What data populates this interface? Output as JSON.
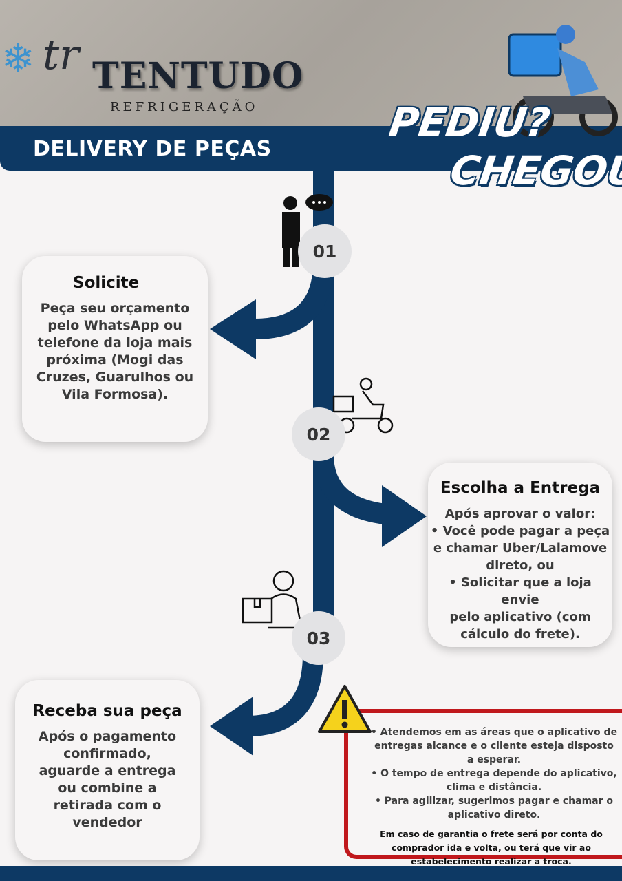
{
  "header": {
    "logo_initials": "tr",
    "brand": "TENTUDO",
    "brand_sub": "REFRIGERAÇÃO",
    "banner_title": "DELIVERY DE PEÇAS",
    "slogan_1": "PEDIU?",
    "slogan_2": "CHEGOU!"
  },
  "steps": [
    {
      "number": "01",
      "icon": "person-phone-icon",
      "title": "Solicite",
      "text": "Peça seu orçamento\npelo WhatsApp ou\ntelefone da loja mais\npróxima (Mogi das\nCruzes, Guarulhos ou\nVila Formosa)."
    },
    {
      "number": "02",
      "icon": "delivery-scooter-icon",
      "title": "Escolha a Entrega",
      "text": "Após aprovar o valor:\n• Você pode pagar a peça\ne chamar Uber/Lalamove\ndireto, ou\n• Solicitar que a loja envie\npelo aplicativo (com\ncálculo do frete)."
    },
    {
      "number": "03",
      "icon": "courier-box-icon",
      "title": "Receba sua peça",
      "text": "Após o pagamento\nconfirmado,\naguarde a entrega\nou combine a\nretirada com o\nvendedor"
    }
  ],
  "warning": {
    "icon": "warning-icon",
    "bullets": "• Atendemos em as áreas que o aplicativo de\nentregas alcance e o cliente esteja disposto\na esperar.\n• O tempo de entrega depende do aplicativo,\nclima e distância.\n• Para agilizar, sugerimos pagar e chamar o\naplicativo direto.",
    "note": "Em caso de garantia o frete será por conta do comprador ida e volta, ou terá que vir ao estabelecimento realizar a troca."
  },
  "colors": {
    "navy": "#0d3964",
    "red": "#c0181c",
    "snowflake": "#3d93cf"
  }
}
